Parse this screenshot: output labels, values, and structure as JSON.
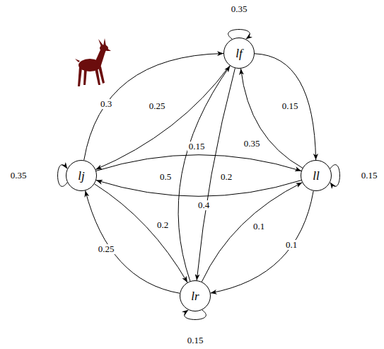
{
  "diagram": {
    "nodes": [
      {
        "text": [
          "lf"
        ]
      },
      {
        "text": [
          "lj"
        ]
      },
      {
        "text": [
          "ll"
        ]
      },
      {
        "text": [
          "lr"
        ]
      }
    ],
    "edges": [
      {
        "from": 0,
        "to": 0,
        "arrow": "to",
        "label": "0.35"
      },
      {
        "from": 1,
        "to": 0,
        "arrow": "to",
        "label": "0.3"
      },
      {
        "from": 0,
        "to": 1,
        "arrow": "to",
        "label": "0.25"
      },
      {
        "from": 0,
        "to": 2,
        "arrow": "to",
        "label": "0.15"
      },
      {
        "from": 2,
        "to": 0,
        "arrow": "to",
        "label": "0.35"
      },
      {
        "from": 1,
        "to": 1,
        "arrow": "to",
        "label": "0.35"
      },
      {
        "from": 1,
        "to": 2,
        "arrow": "to",
        "label": "0.15"
      },
      {
        "from": 2,
        "to": 1,
        "arrow": "to",
        "label": "0.4"
      },
      {
        "from": 2,
        "to": 2,
        "arrow": "to",
        "label": "0.15"
      },
      {
        "from": 0,
        "to": 3,
        "arrow": "to",
        "label": "0.2"
      },
      {
        "from": 3,
        "to": 0,
        "arrow": "to",
        "label": "0.5"
      },
      {
        "from": 1,
        "to": 3,
        "arrow": "to",
        "label": "0.2"
      },
      {
        "from": 3,
        "to": 1,
        "arrow": "to",
        "label": "0.25"
      },
      {
        "from": 2,
        "to": 3,
        "arrow": "to",
        "label": "0.1"
      },
      {
        "from": 3,
        "to": 2,
        "arrow": "to",
        "label": "0.1"
      },
      {
        "from": 3,
        "to": 3,
        "arrow": "to",
        "label": "0.15"
      }
    ]
  }
}
